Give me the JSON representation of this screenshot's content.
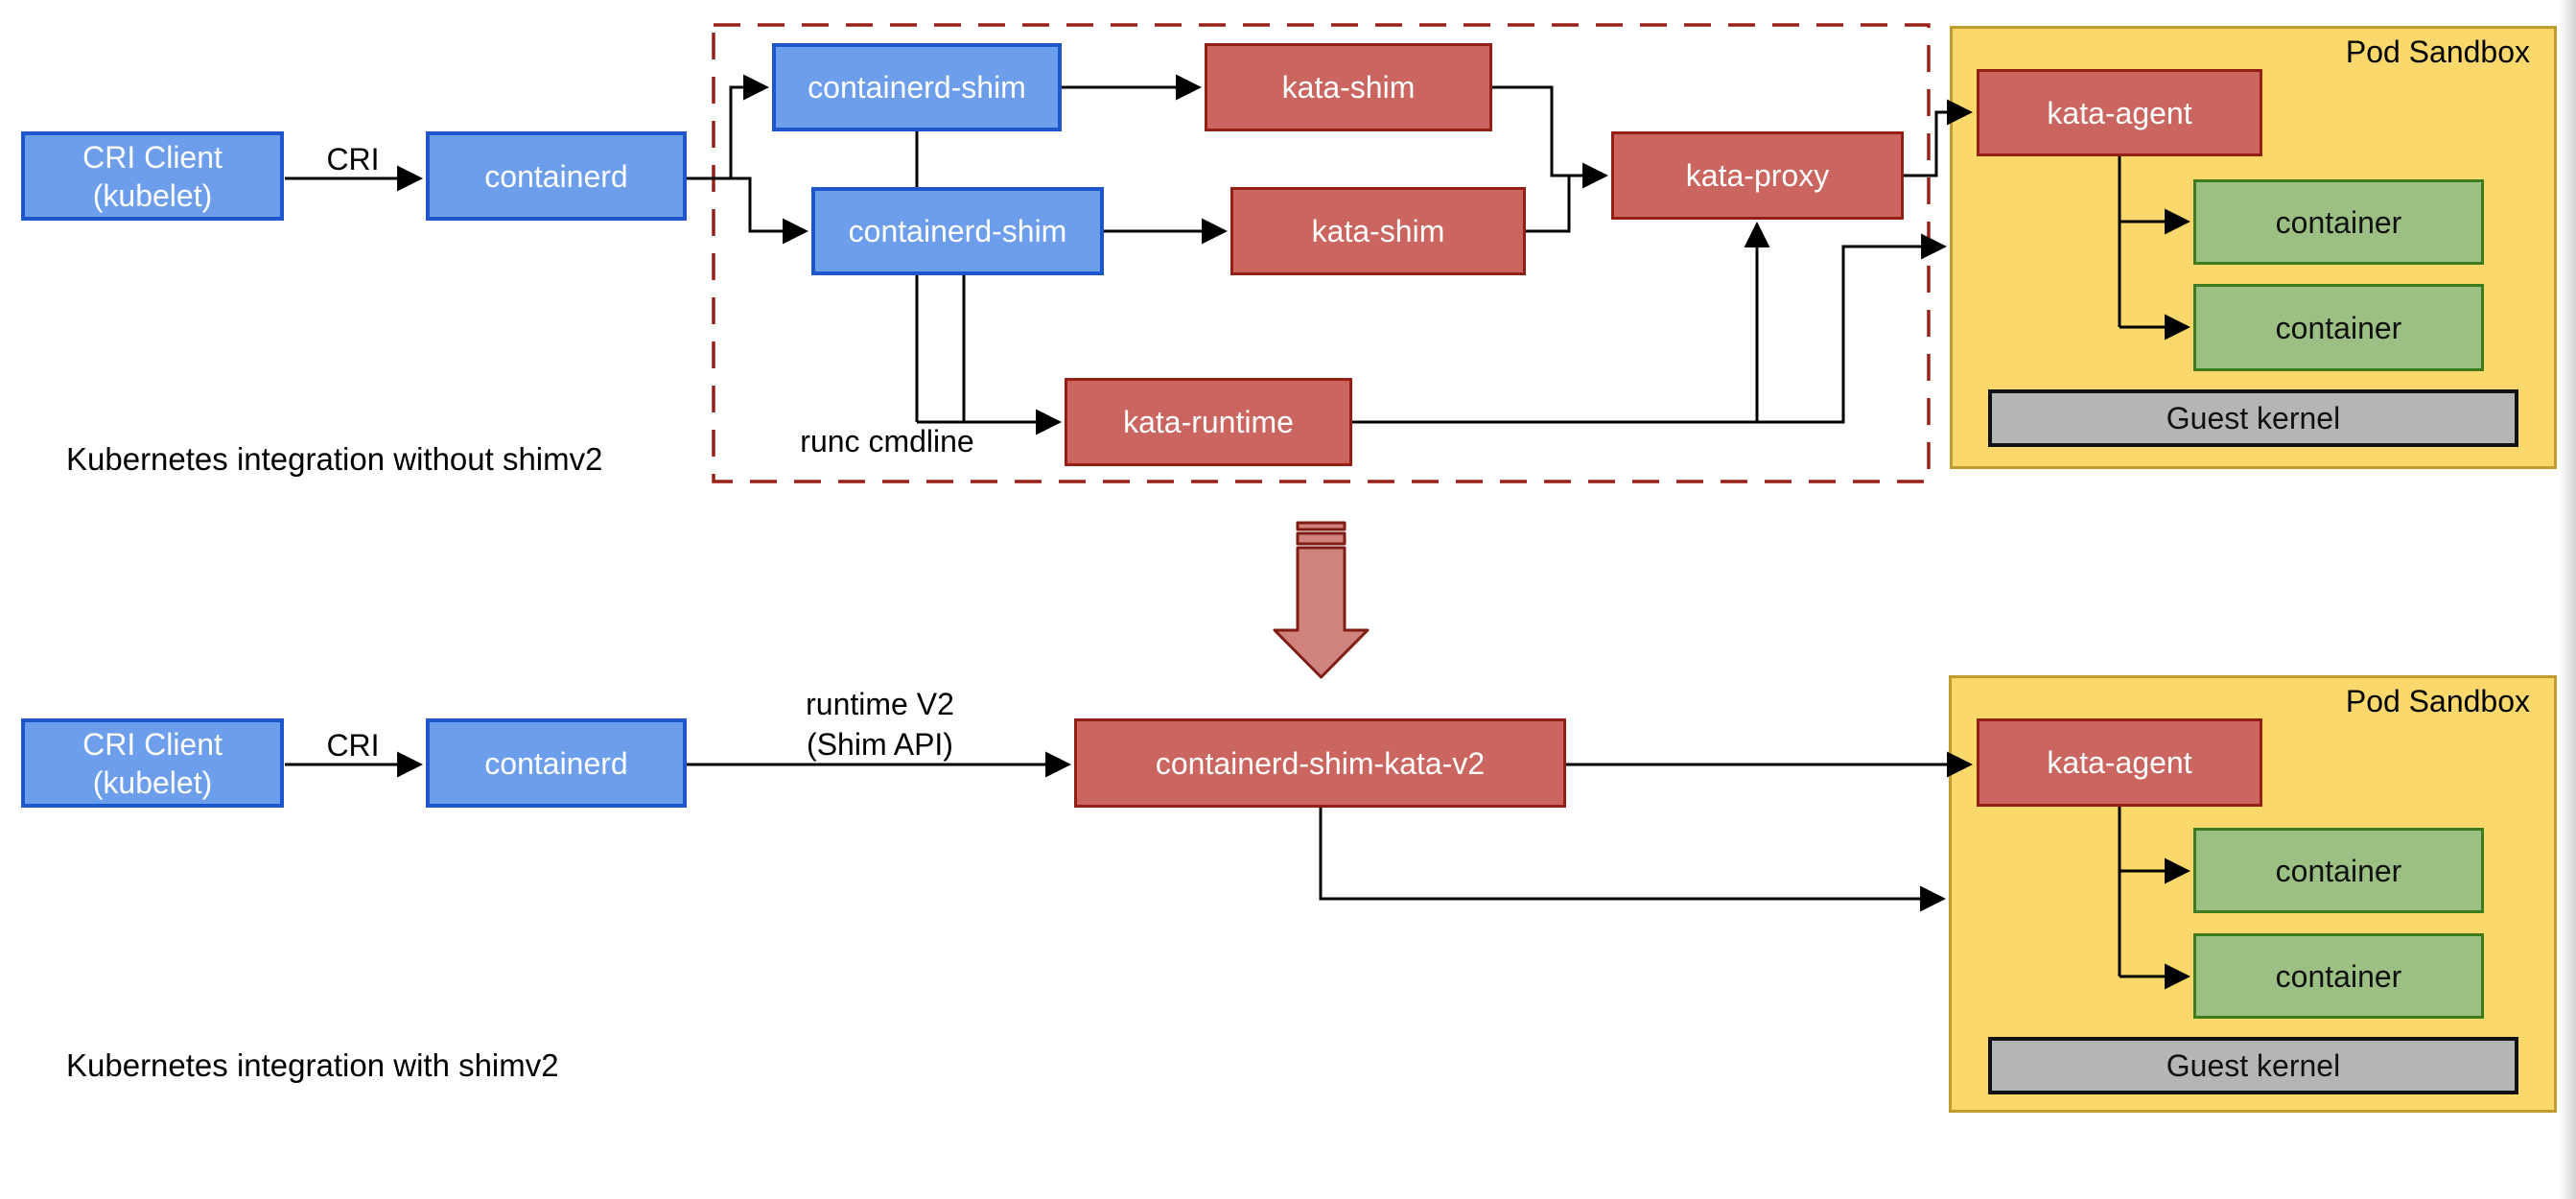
{
  "colors": {
    "blue": "#6d9eeb",
    "blue_border": "#1e56cc",
    "red": "#ca655f",
    "red_border": "#941f15",
    "yellow": "#fbd86b",
    "yellow_border": "#bf9b30",
    "green": "#9cc083",
    "green_border": "#3d7a20",
    "gray": "#b5b5b5",
    "dashed_outline": "#992018",
    "transition_arrow_fill": "#d0837d",
    "transition_arrow_border": "#7f1d15",
    "line": "#000000"
  },
  "top": {
    "caption": "Kubernetes integration without shimv2",
    "cri_label": "CRI",
    "runc_label": "runc cmdline",
    "cri_client": {
      "line1": "CRI Client",
      "line2": "(kubelet)"
    },
    "containerd": "containerd",
    "containerd_shim_a": "containerd-shim",
    "kata_shim_a": "kata-shim",
    "containerd_shim_b": "containerd-shim",
    "kata_shim_b": "kata-shim",
    "kata_proxy": "kata-proxy",
    "kata_runtime": "kata-runtime",
    "sandbox": {
      "title": "Pod Sandbox",
      "kata_agent": "kata-agent",
      "container_1": "container",
      "container_2": "container",
      "guest_kernel": "Guest kernel"
    }
  },
  "bottom": {
    "caption": "Kubernetes integration with shimv2",
    "cri_label": "CRI",
    "runtime_v2": {
      "line1": "runtime V2",
      "line2": "(Shim API)"
    },
    "cri_client": {
      "line1": "CRI Client",
      "line2": "(kubelet)"
    },
    "containerd": "containerd",
    "shim_kata_v2": "containerd-shim-kata-v2",
    "sandbox": {
      "title": "Pod Sandbox",
      "kata_agent": "kata-agent",
      "container_1": "container",
      "container_2": "container",
      "guest_kernel": "Guest kernel"
    }
  }
}
